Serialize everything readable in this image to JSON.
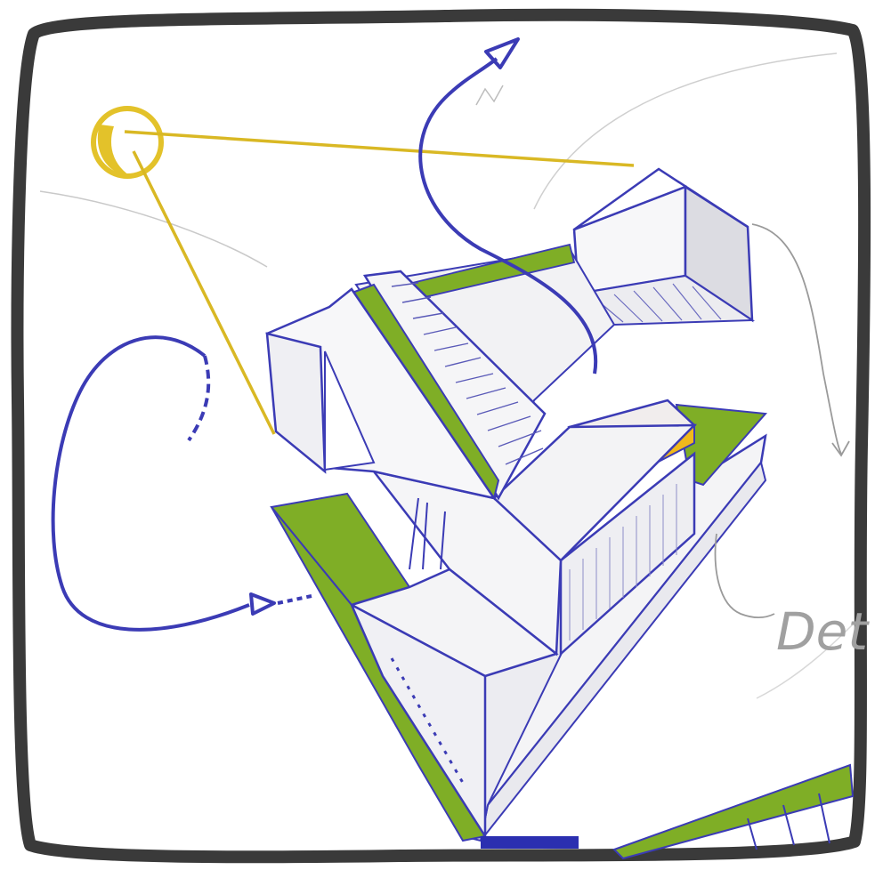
{
  "sketch": {
    "handwritten_label": "Det",
    "colors": {
      "frame": "#3a3a3a",
      "ink_blue": "#3b3bb5",
      "sun_yellow": "#e3c22a",
      "roof_green": "#7fae26",
      "pencil_gray": "#9a9a9a",
      "accent_yellow": "#f0b81c",
      "navy_bar": "#2b2fb0"
    },
    "icons": [
      "sun-icon",
      "wind-arrow-top",
      "wind-arrow-left"
    ]
  }
}
